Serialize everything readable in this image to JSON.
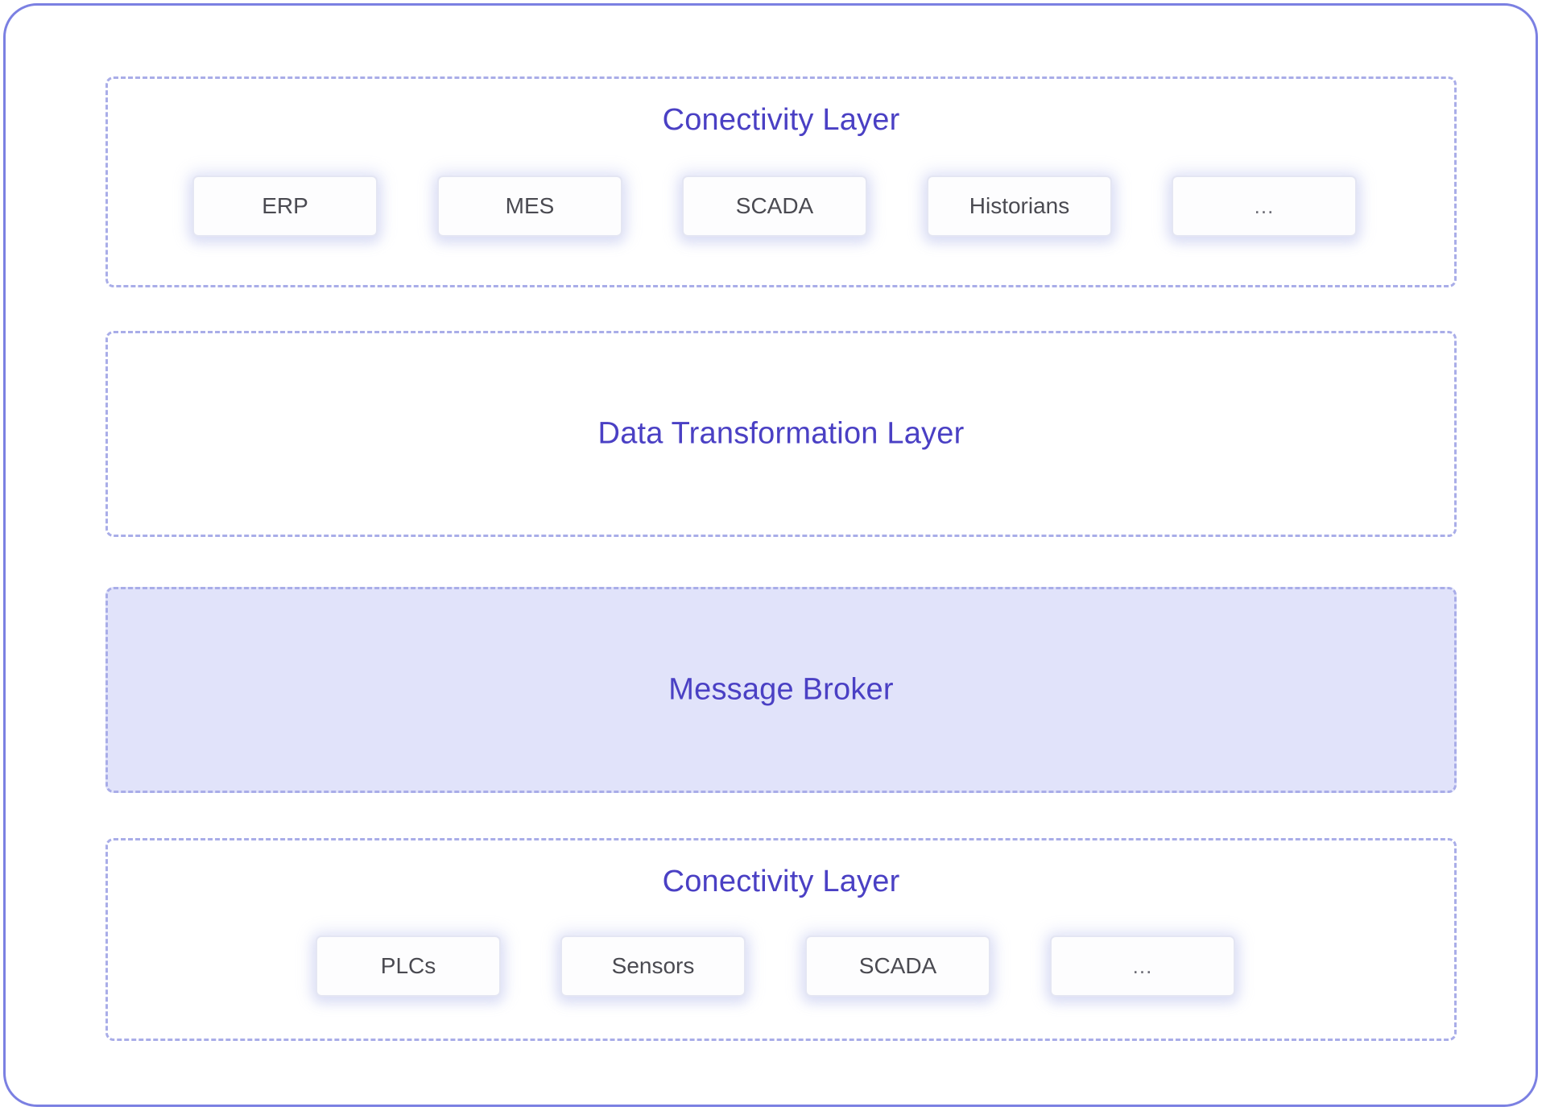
{
  "card": {
    "name": "industrial-data-architecture-diagram",
    "border_color": "#7b80e2",
    "background": "#ffffff"
  },
  "theme": {
    "title_color": "#4a40c4",
    "dashed_border_color": "#a9ade8",
    "node_label_color": "#4a4a51",
    "node_background": "#fdfdfe",
    "node_border_color": "#e4e6f3",
    "node_glow_color": "#afb5eb",
    "message_broker_fill": "#e1e3fa"
  },
  "layers": [
    {
      "id": "connectivity-top",
      "title": "Conectivity Layer",
      "filled": false,
      "nodes": [
        {
          "label": "ERP"
        },
        {
          "label": "MES"
        },
        {
          "label": "SCADA"
        },
        {
          "label": "Historians"
        },
        {
          "label": "..."
        }
      ]
    },
    {
      "id": "data-transformation",
      "title": "Data Transformation Layer",
      "filled": false,
      "nodes": []
    },
    {
      "id": "message-broker",
      "title": "Message Broker",
      "filled": true,
      "nodes": []
    },
    {
      "id": "connectivity-bottom",
      "title": "Conectivity Layer",
      "filled": false,
      "nodes": [
        {
          "label": "PLCs"
        },
        {
          "label": "Sensors"
        },
        {
          "label": "SCADA"
        },
        {
          "label": "..."
        }
      ]
    }
  ]
}
